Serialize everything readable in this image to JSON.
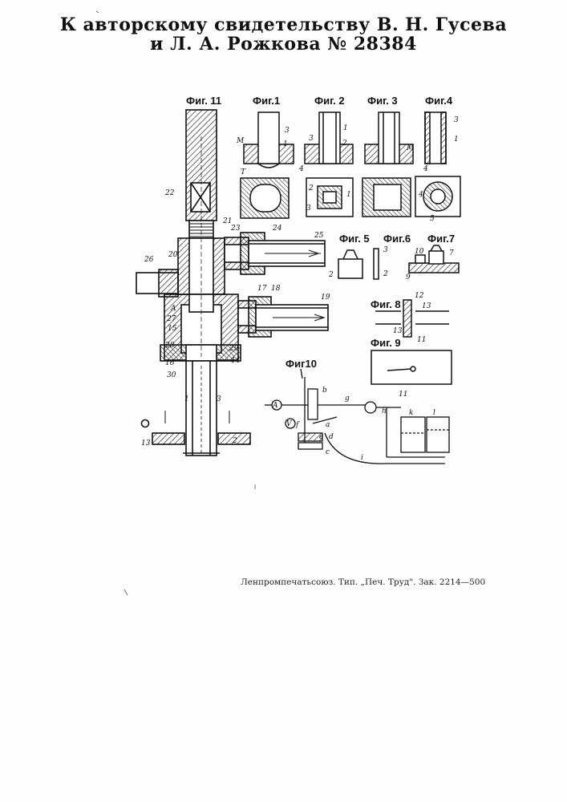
{
  "header": {
    "line1": "К авторскому свидетельству В. Н. Гусева",
    "line2": "и Л. А. Рожкова № 28384"
  },
  "figures": {
    "fig11": "Фиг. 11",
    "fig1": "Фиг.1",
    "fig2": "Фиг. 2",
    "fig3": "Фиг. 3",
    "fig4": "Фиг.4",
    "fig5": "Фиг. 5",
    "fig6": "Фиг.6",
    "fig7": "Фиг.7",
    "fig8": "Фиг. 8",
    "fig9": "Фиг. 9",
    "fig10": "Фиг10"
  },
  "footer": "Ленпромпечатьсоюз. Тип. „Печ. Труд\". Зак. 2214—500"
}
